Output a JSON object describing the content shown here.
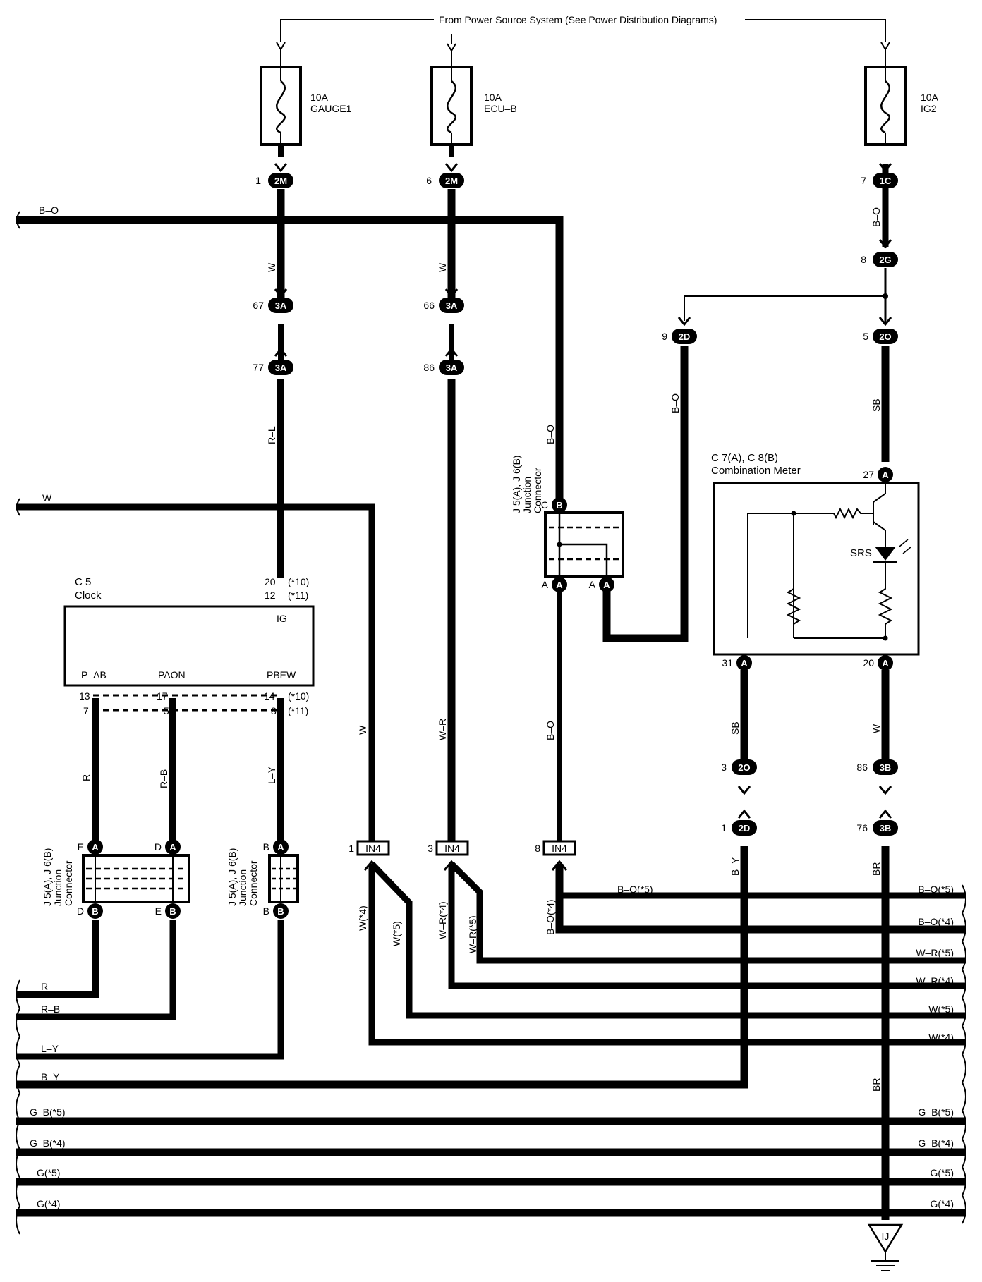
{
  "header": {
    "source": "From Power Source System (See Power Distribution Diagrams)"
  },
  "fuses": [
    {
      "amp": "10A",
      "name": "GAUGE1"
    },
    {
      "amp": "10A",
      "name": "ECU–B"
    },
    {
      "amp": "10A",
      "name": "IG2"
    }
  ],
  "connectors": {
    "f1_top": {
      "num": "1",
      "code": "2M"
    },
    "f2_top": {
      "num": "6",
      "code": "2M"
    },
    "f3_top": {
      "num": "7",
      "code": "1C"
    },
    "f3_mid": {
      "num": "8",
      "code": "2G"
    },
    "c1_67": {
      "num": "67",
      "code": "3A"
    },
    "c1_77": {
      "num": "77",
      "code": "3A"
    },
    "c2_66": {
      "num": "66",
      "code": "3A"
    },
    "c2_86": {
      "num": "86",
      "code": "3A"
    },
    "c_2d9": {
      "num": "9",
      "code": "2D"
    },
    "c_2o5": {
      "num": "5",
      "code": "2O"
    },
    "c_27a": {
      "num": "27",
      "code": "A"
    },
    "c_31a": {
      "num": "31",
      "code": "A"
    },
    "c_20a": {
      "num": "20",
      "code": "A"
    },
    "c_2o3": {
      "num": "3",
      "code": "2O"
    },
    "c_3b86": {
      "num": "86",
      "code": "3B"
    },
    "c_2d1": {
      "num": "1",
      "code": "2D"
    },
    "c_3b76": {
      "num": "76",
      "code": "3B"
    },
    "in4_1": {
      "num": "1",
      "code": "IN4"
    },
    "in4_3": {
      "num": "3",
      "code": "IN4"
    },
    "in4_8": {
      "num": "8",
      "code": "IN4"
    }
  },
  "wires": {
    "w": "W",
    "bo": "B–O",
    "rl": "R–L",
    "wr": "W–R",
    "sb": "SB",
    "r": "R",
    "rb": "R–B",
    "ly": "L–Y",
    "by": "B–Y",
    "br": "BR",
    "bo5": "B–O(*5)",
    "bo4": "B–O(*4)",
    "wr5": "W–R(*5)",
    "wr4": "W–R(*4)",
    "w5": "W(*5)",
    "w4": "W(*4)",
    "gb5": "G–B(*5)",
    "gb4": "G–B(*4)",
    "g5": "G(*5)",
    "g4": "G(*4)"
  },
  "clock": {
    "id": "C 5",
    "name": "Clock",
    "ig": "IG",
    "pin_ig_a": "20",
    "pin_ig_b": "12",
    "note10": "(*10)",
    "note11": "(*11)",
    "pab": "P–AB",
    "paon": "PAON",
    "pbew": "PBEW",
    "p13": "13",
    "p17": "17",
    "p14": "14",
    "p7": "7",
    "p5": "5",
    "p8": "8"
  },
  "junction": {
    "id": "J 5(A), J 6(B)",
    "line1": "Junction",
    "line2": "Connector",
    "c": "C",
    "a": "A",
    "b": "B",
    "d": "D",
    "e": "E"
  },
  "meter": {
    "id": "C 7(A), C 8(B)",
    "name": "Combination Meter",
    "srs": "SRS"
  },
  "ground": {
    "code": "IJ"
  }
}
